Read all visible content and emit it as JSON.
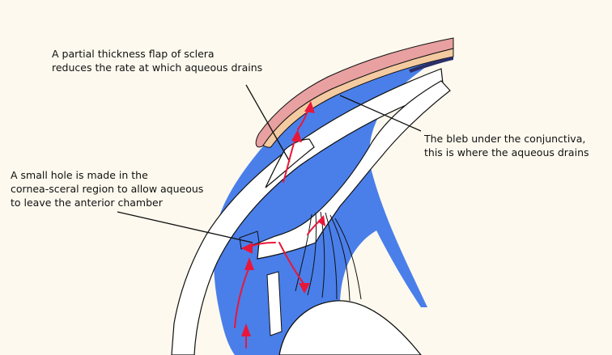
{
  "labels": {
    "flap": {
      "line1": "A partial thickness flap of sclera",
      "line2": "reduces the rate at which aqueous drains"
    },
    "bleb": {
      "line1": "The bleb under the conjunctiva,",
      "line2": "this is where the aqueous drains"
    },
    "hole": {
      "line1": "A small hole is made in the",
      "line2": "cornea-sceral region to allow aqueous",
      "line3": "to leave the anterior chamber"
    }
  },
  "colors": {
    "background": "#fdf9ee",
    "aqueous": "#4a7fea",
    "tissue": "#ffffff",
    "conjunctiva_outer": "#e8a0a0",
    "conjunctiva_inner": "#f4caa0",
    "flow_arrows": "#e8173a",
    "outline": "#111111"
  }
}
